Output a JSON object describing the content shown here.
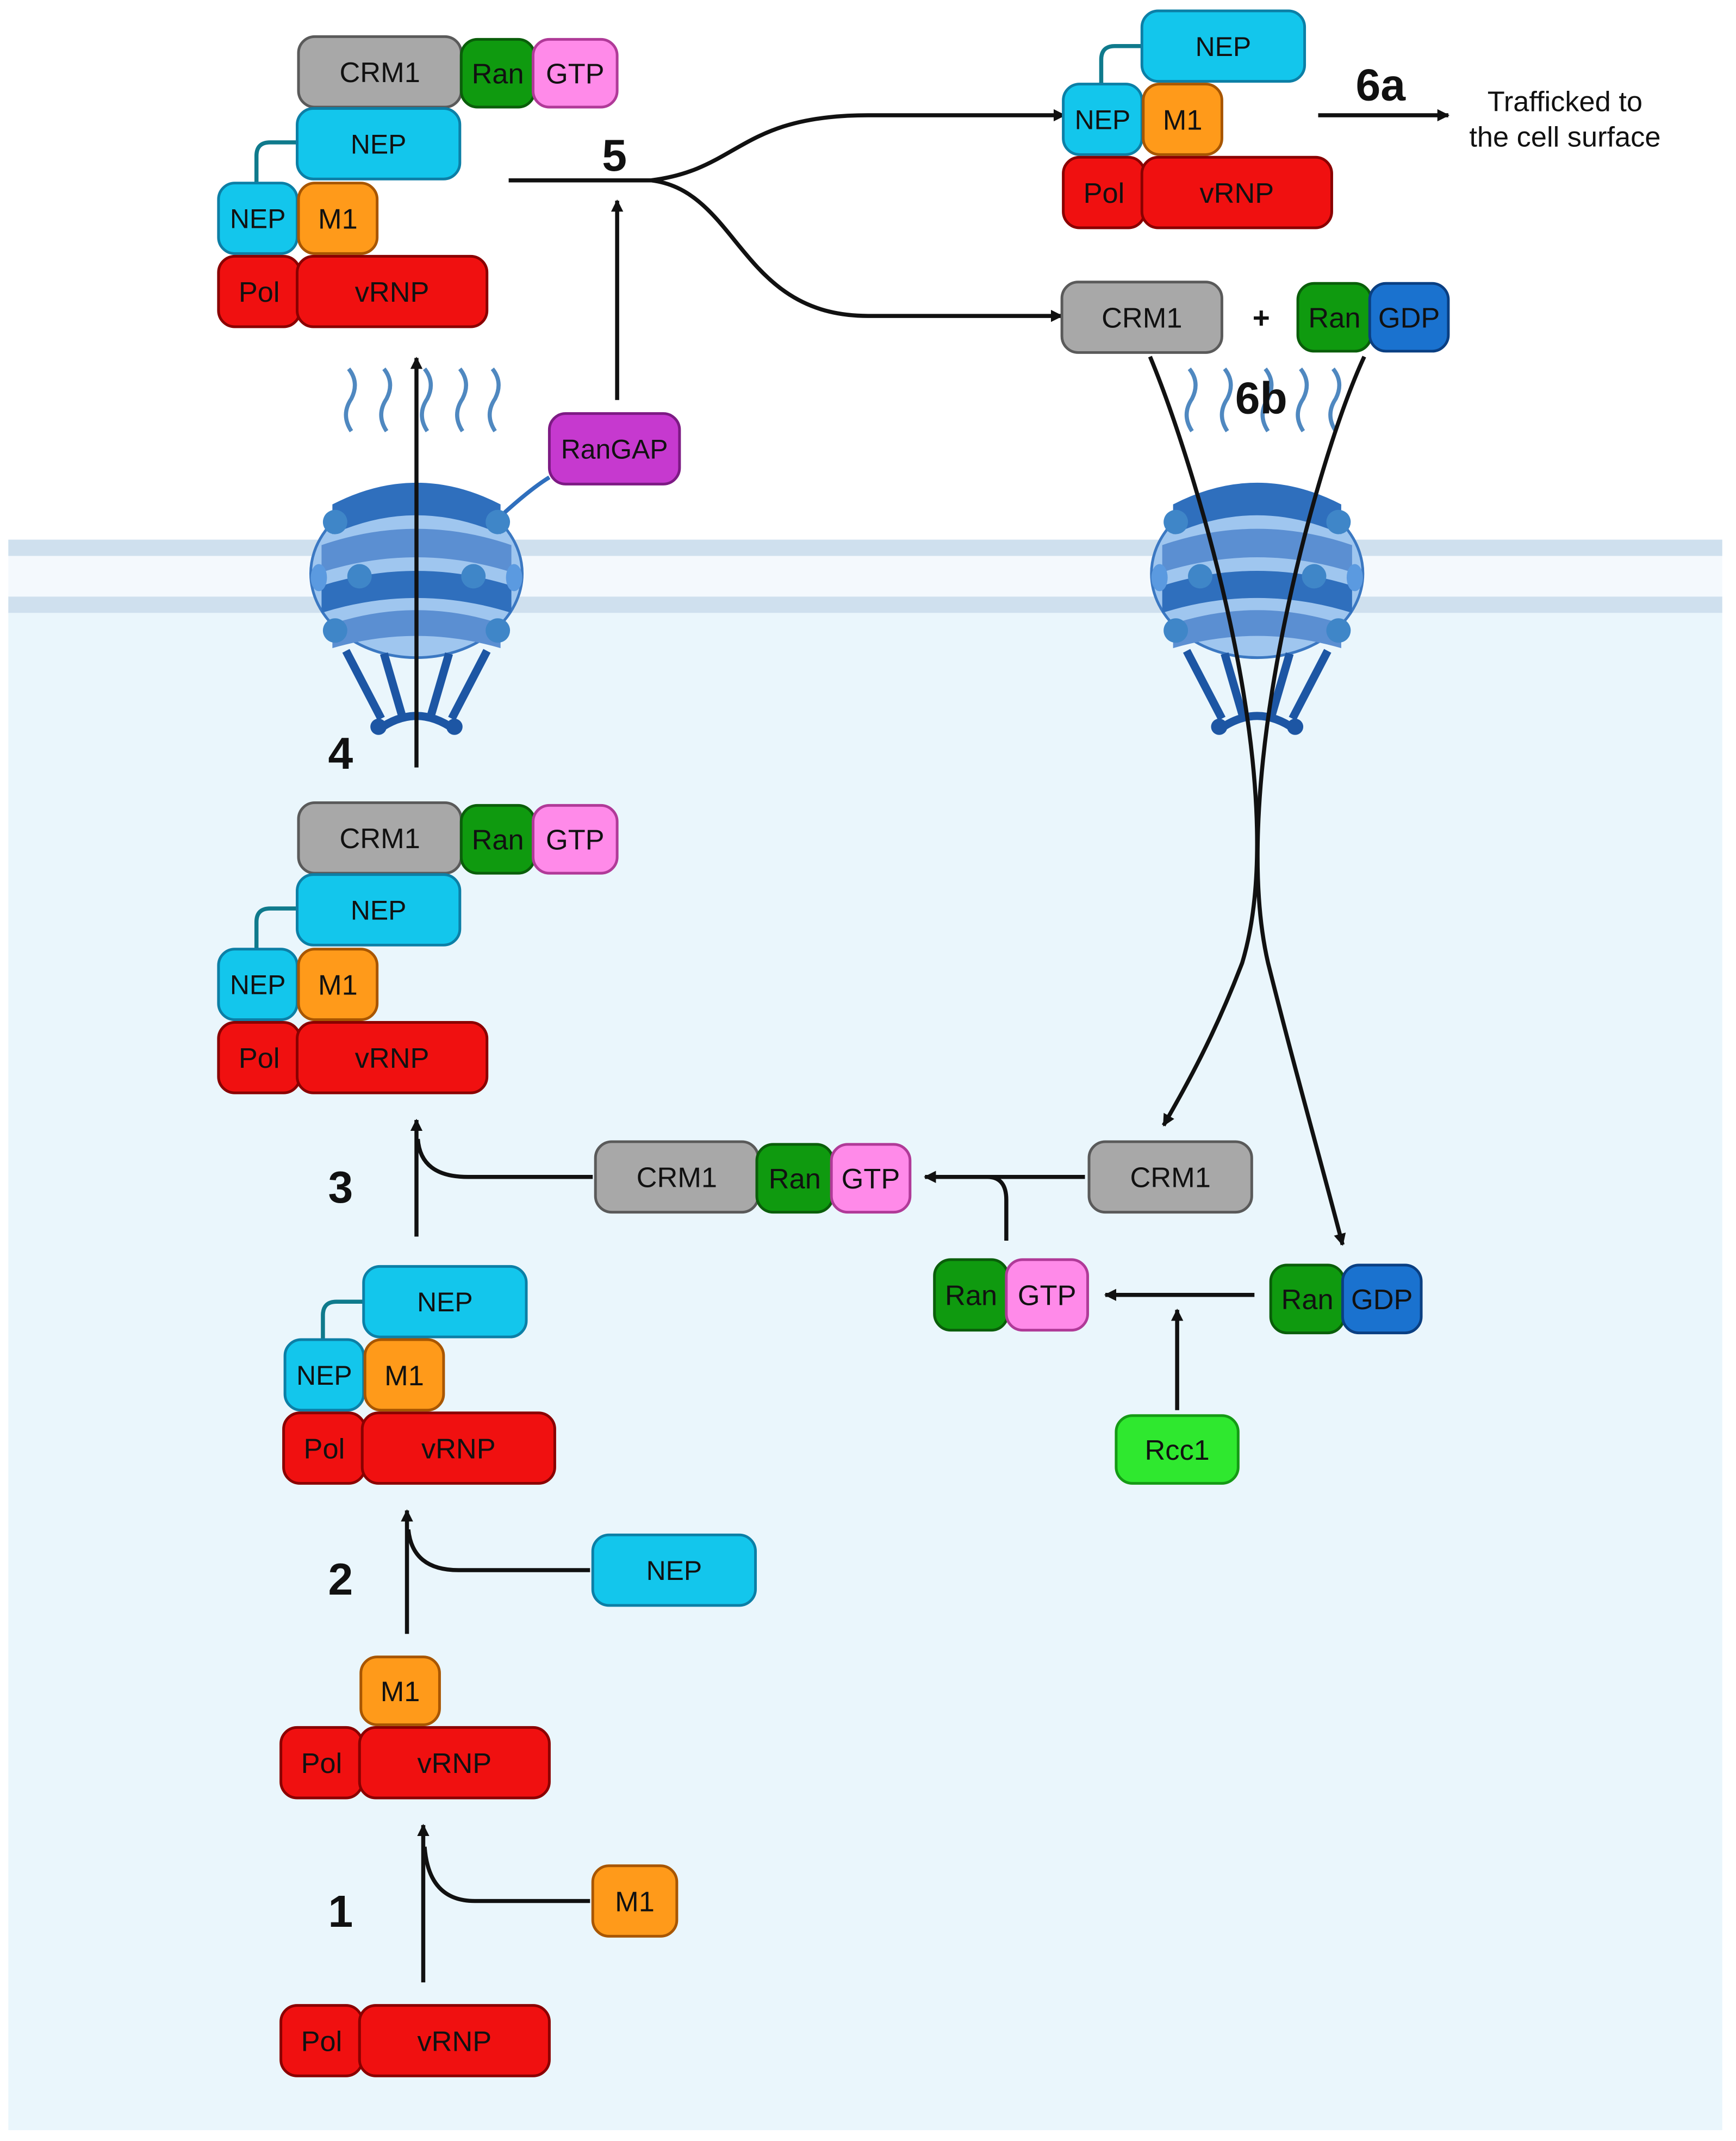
{
  "step_labels": {
    "s1": "1",
    "s2": "2",
    "s3": "3",
    "s4": "4",
    "s5": "5",
    "s6a": "6a",
    "s6b": "6b"
  },
  "trafficked_text": {
    "line1": "Trafficked to",
    "line2": "the cell surface"
  },
  "plus_sign": "+",
  "proteins": {
    "pol": "Pol",
    "vrnp": "vRNP",
    "m1": "M1",
    "nep": "NEP",
    "crm1": "CRM1",
    "ran": "Ran",
    "gtp": "GTP",
    "gdp": "GDP",
    "rcc1": "Rcc1",
    "rangap": "RanGAP"
  },
  "colors": {
    "pol_vrnp": "#f01010",
    "m1": "#ff9a1a",
    "nep": "#13c6ec",
    "crm1": "#a8a8a8",
    "ran": "#0f9a0f",
    "gtp": "#ff8ae9",
    "gdp": "#1a72cf",
    "rcc1": "#2fe82f",
    "rangap": "#c639cf",
    "nucleoplasm": "#eaf6fc",
    "envelope": "#cfe0ee"
  }
}
